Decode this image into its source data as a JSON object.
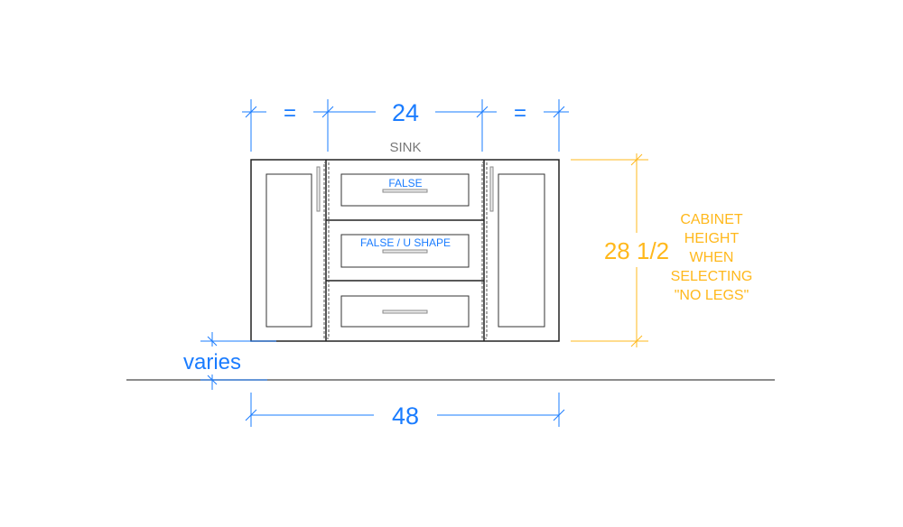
{
  "dimensions": {
    "top_left_equal": "=",
    "top_center_width": "24",
    "top_right_equal": "=",
    "overall_width": "48",
    "toe_kick": "varies",
    "cabinet_height": "28 1/2"
  },
  "labels": {
    "sink": "SINK",
    "top_drawer": "FALSE",
    "middle_drawer": "FALSE / U SHAPE",
    "height_note": [
      "CABINET",
      "HEIGHT",
      "WHEN",
      "SELECTING",
      "\"NO LEGS\""
    ]
  },
  "colors": {
    "dimension": "#1a7cff",
    "height_note": "#ffb81c",
    "outline": "#222222"
  }
}
